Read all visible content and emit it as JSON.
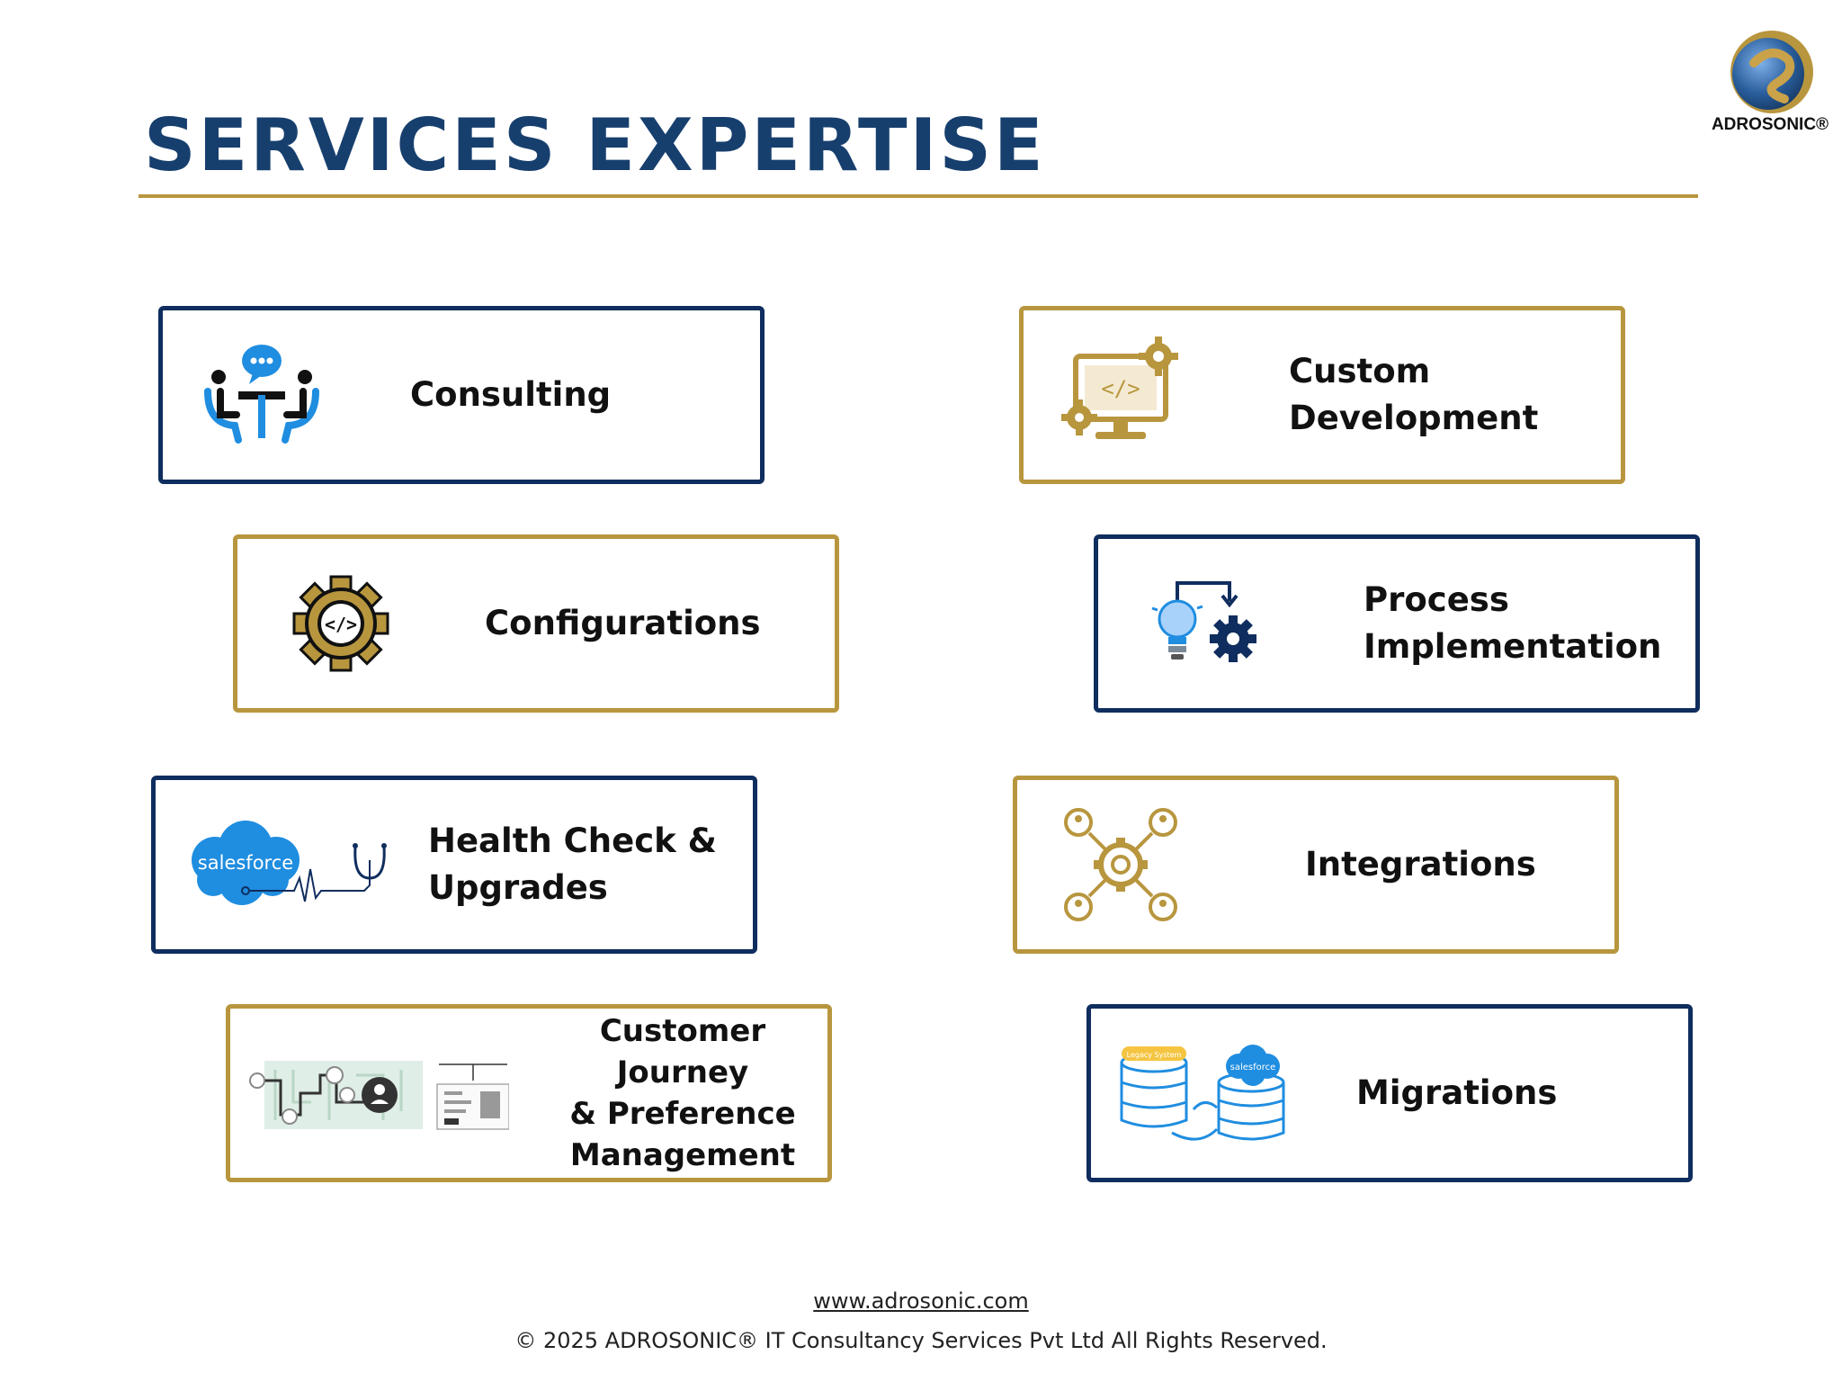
{
  "header": {
    "title": "SERVICES EXPERTISE",
    "logo_text": "ADROSONIC®"
  },
  "cards": [
    {
      "label": "Consulting",
      "icon": "consulting-people-icon"
    },
    {
      "label": "Custom\nDevelopment",
      "icon": "code-monitor-gears-icon"
    },
    {
      "label": "Configurations",
      "icon": "code-gear-icon"
    },
    {
      "label": "Process\nImplementation",
      "icon": "lightbulb-gear-icon"
    },
    {
      "label": "Health Check &\nUpgrades",
      "icon": "salesforce-stethoscope-icon",
      "logo_text": "salesforce"
    },
    {
      "label": "Integrations",
      "icon": "network-gear-people-icon"
    },
    {
      "label": "Customer Journey\n& Preference\nManagement",
      "icon": "customer-journey-map-icon"
    },
    {
      "label": "Migrations",
      "icon": "database-migration-icon",
      "legacy_text": "Legacy System",
      "logo_text": "salesforce"
    }
  ],
  "footer": {
    "website": "www.adrosonic.com",
    "copyright": "© 2025 ADROSONIC® IT Consultancy Services Pvt Ltd All Rights Reserved."
  },
  "colors": {
    "navy": "#0f2d5e",
    "title_blue": "#173f6e",
    "gold": "#b8963e",
    "salesforce_blue": "#1f8de0"
  }
}
